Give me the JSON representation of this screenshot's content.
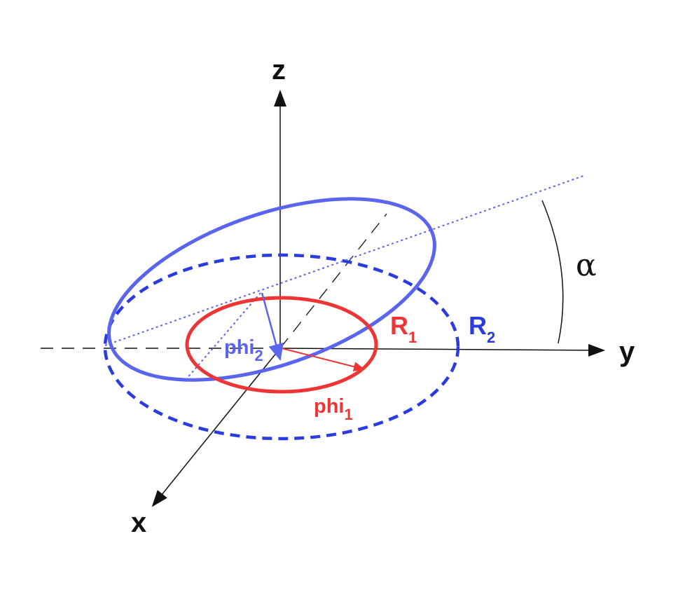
{
  "axes": {
    "z": "z",
    "y": "y",
    "x": "x"
  },
  "angle": {
    "symbol": "α"
  },
  "radii": {
    "r1": {
      "base": "R",
      "sub": "1"
    },
    "r2": {
      "base": "R",
      "sub": "2"
    }
  },
  "phases": {
    "phi1": {
      "base": "phi",
      "sub": "1"
    },
    "phi2": {
      "base": "phi",
      "sub": "2"
    }
  },
  "colors": {
    "axes": "#111111",
    "inner_ring": "#ee3535",
    "outer_ring_dashed": "#2a3be0",
    "tilted_ring": "#5a64ec",
    "tilt_line": "#5a64ec"
  }
}
